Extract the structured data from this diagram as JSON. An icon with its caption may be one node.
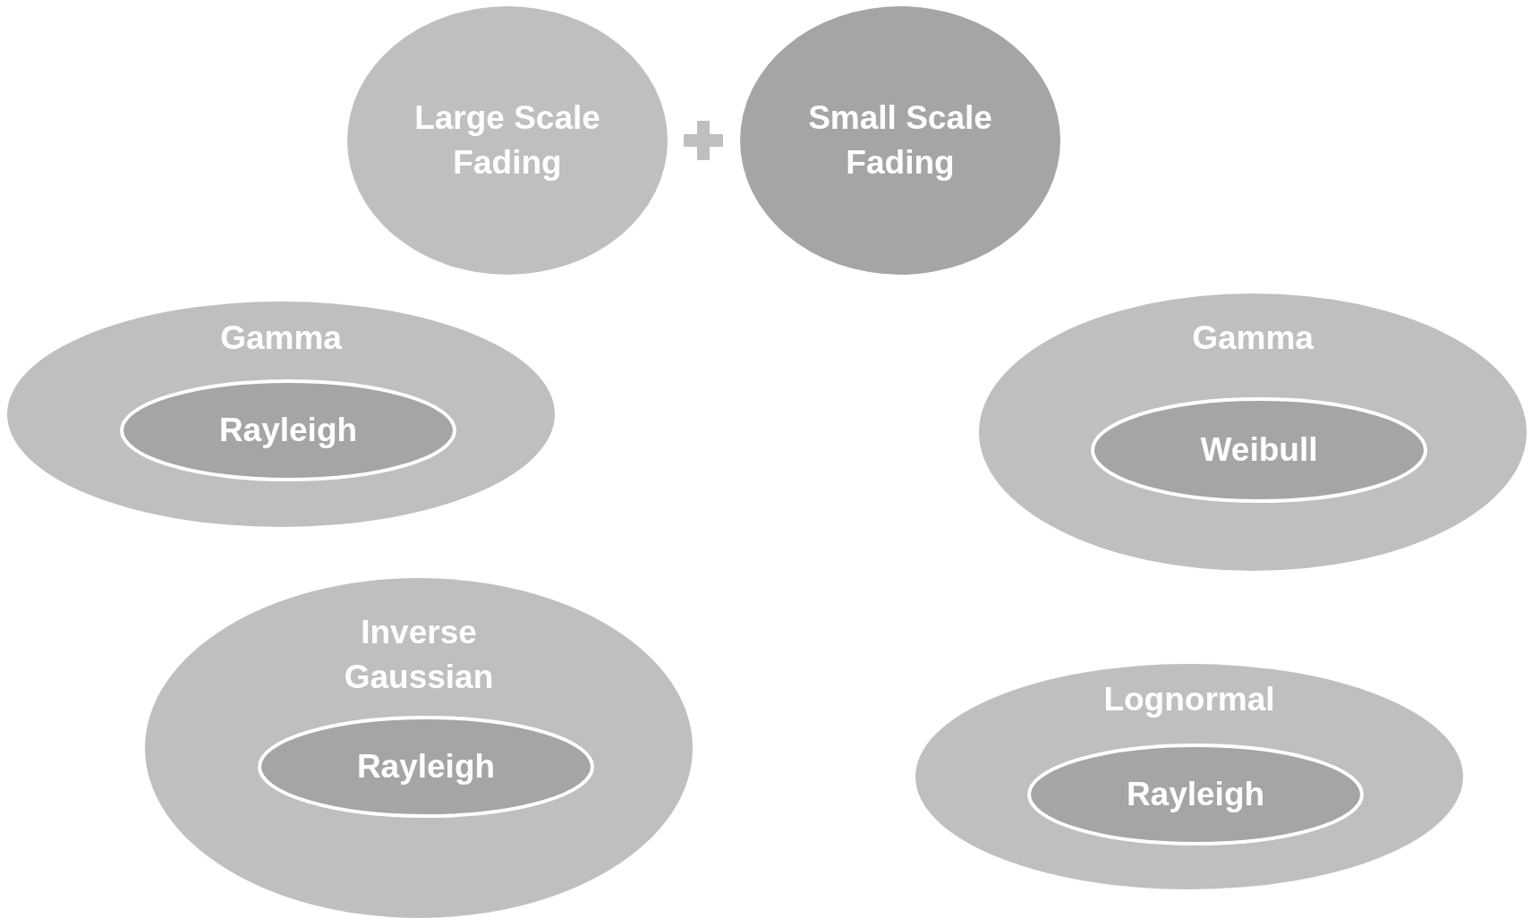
{
  "diagram": {
    "nodes": [
      {
        "text": [
          "Large Scale Fading"
        ]
      },
      {
        "text": [
          "Small Scale Fading"
        ]
      },
      {
        "text": [
          "Gamma"
        ]
      },
      {
        "text": [
          "Rayleigh"
        ],
        "in": 2
      },
      {
        "text": [
          "Gamma"
        ]
      },
      {
        "text": [
          "Weibull"
        ],
        "in": 4
      },
      {
        "text": [
          "Inverse Gaussian"
        ]
      },
      {
        "text": [
          "Rayleigh"
        ],
        "in": 6
      },
      {
        "text": [
          "Lognormal"
        ]
      },
      {
        "text": [
          "Rayleigh"
        ],
        "in": 8
      }
    ]
  }
}
